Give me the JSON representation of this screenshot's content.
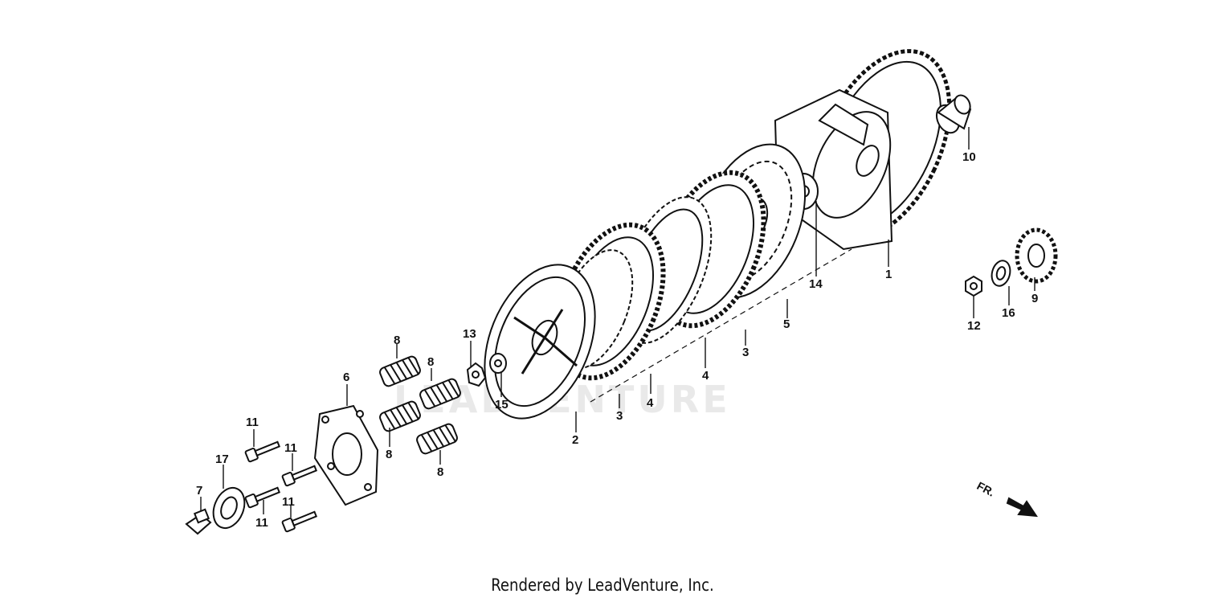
{
  "diagram": {
    "footer": "Rendered by LeadVenture, Inc.",
    "watermark": "LEADVENTURE",
    "front_indicator": "FR.",
    "callouts": {
      "c1": "1",
      "c2": "2",
      "c3a": "3",
      "c3b": "3",
      "c4a": "4",
      "c4b": "4",
      "c5": "5",
      "c6": "6",
      "c7": "7",
      "c8a": "8",
      "c8b": "8",
      "c8c": "8",
      "c8d": "8",
      "c9": "9",
      "c10": "10",
      "c11a": "11",
      "c11b": "11",
      "c11c": "11",
      "c11d": "11",
      "c12": "12",
      "c13": "13",
      "c14": "14",
      "c15": "15",
      "c16": "16",
      "c17": "17"
    },
    "colors": {
      "ink": "#111111",
      "watermark": "#e9e9e9",
      "background": "#ffffff"
    }
  }
}
